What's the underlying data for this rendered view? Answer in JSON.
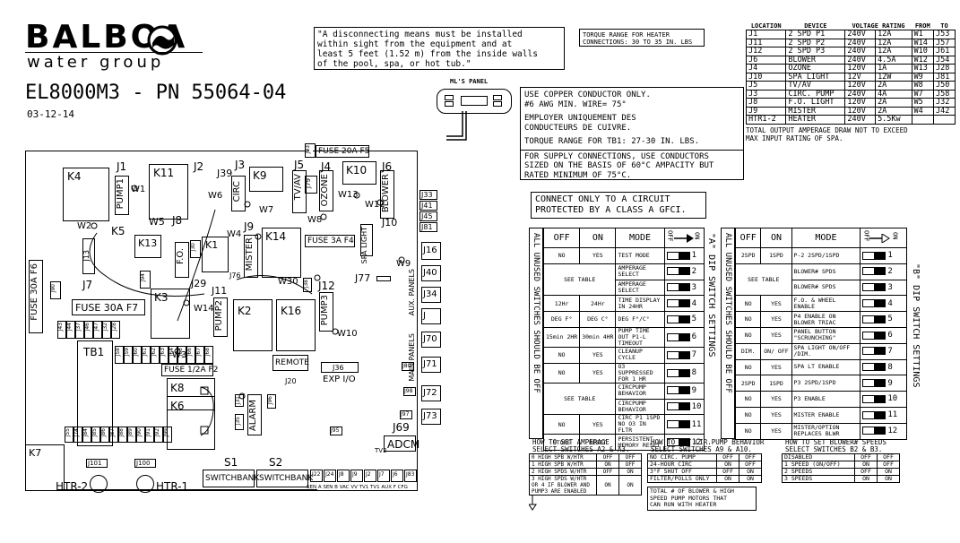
{
  "brand": {
    "name": "BALBOA",
    "tagline": "water group"
  },
  "model": {
    "title": "EL8000M3 - PN 55064-04",
    "date": "03-12-14"
  },
  "notes": {
    "disconnect": [
      "\"A disconnecting means must be installed",
      "within sight from the equipment and at",
      "least 5 feet (1.52 m) from the inside walls",
      "of the pool, spa, or hot tub.\""
    ],
    "torque_heater": [
      "TORQUE RANGE FOR HEATER",
      "CONNECTIONS: 30 TO 35 IN. LBS"
    ],
    "copper": [
      "USE COPPER CONDUCTOR ONLY.",
      "#6 AWG MIN. WIRE= 75°",
      "",
      "EMPLOYER UNIQUEMENT DES",
      "CONDUCTEURS DE CUIVRE.",
      "",
      "TORQUE RANGE FOR TB1: 27-30 IN. LBS."
    ],
    "supply": [
      "FOR SUPPLY CONNECTIONS, USE CONDUCTORS",
      "SIZED ON THE BASIS OF 60°C AMPACITY BUT",
      "RATED MINIMUM OF 75°C."
    ],
    "gfci": [
      "CONNECT ONLY TO A CIRCUIT",
      "PROTECTED BY A CLASS A GFCI."
    ],
    "total_output": [
      "TOTAL OUTPUT AMPERAGE DRAW NOT TO EXCEED",
      "MAX INPUT RATING OF SPA."
    ]
  },
  "ml_panel": "ML'S PANEL",
  "location_table": {
    "headers": [
      "LOCATION",
      "DEVICE",
      "VOLTAGE RATING",
      "",
      "FROM",
      "TO"
    ],
    "rows": [
      [
        "J1",
        "2 SPD P1",
        "240V",
        "12A",
        "W1",
        "J53"
      ],
      [
        "J11",
        "2 SPD P2",
        "240V",
        "12A",
        "W14",
        "J57"
      ],
      [
        "J12",
        "2 SPD P3",
        "240V",
        "12A",
        "W10",
        "J61"
      ],
      [
        "J6",
        "BLOWER",
        "240V",
        "4.5A",
        "W12",
        "J54"
      ],
      [
        "J4",
        "OZONE",
        "120V",
        "1A",
        "W13",
        "J28"
      ],
      [
        "J10",
        "SPA LIGHT",
        "12V",
        "12W",
        "W9",
        "J81"
      ],
      [
        "J5",
        "TV/AV",
        "120V",
        "2A",
        "W8",
        "J50"
      ],
      [
        "J3",
        "CIRC. PUMP",
        "240V",
        "4A",
        "W7",
        "J58"
      ],
      [
        "J8",
        "F.O. LIGHT",
        "120V",
        "2A",
        "W5",
        "J32"
      ],
      [
        "J9",
        "MISTER",
        "120V",
        "2A",
        "W4",
        "J42"
      ],
      [
        "HTR1-2",
        "HEATER",
        "240V",
        "5.5Kw",
        "",
        ""
      ]
    ]
  },
  "dip_a": {
    "side_label": "ALL UNUSED SWITCHES SHOULD BE OFF",
    "title": "\"A\" DIP SWITCH SETTINGS",
    "headers": [
      "OFF",
      "ON",
      "MODE"
    ],
    "off_label": "OFF",
    "on_label": "ON",
    "rows": [
      [
        "NO",
        "YES",
        "TEST MODE",
        "1"
      ],
      [
        "SEE TABLE",
        "",
        "AMPERAGE SELECT",
        "2"
      ],
      [
        "",
        "",
        "AMPERAGE SELECT",
        "3"
      ],
      [
        "12Hr",
        "24Hr",
        "TIME DISPLAY IN 24HR",
        "4"
      ],
      [
        "DEG F°",
        "DEG C°",
        "DEG F°/C°",
        "5"
      ],
      [
        "15min 2HR",
        "30min 4HR",
        "PUMP TIME OUT P1-L TIMEOUT",
        "6"
      ],
      [
        "NO",
        "YES",
        "CLEANUP CYCLE",
        "7"
      ],
      [
        "NO",
        "YES",
        "O3 SUPPRESSED FOR 1 HR",
        "8"
      ],
      [
        "SEE TABLE",
        "",
        "CIRCPUMP BEHAVIOR",
        "9"
      ],
      [
        "",
        "",
        "CIRCPUMP BEHAVIOR",
        "10"
      ],
      [
        "NO",
        "YES",
        "CIRC P1 1SPD NO O3 IN FLTR",
        "11"
      ],
      [
        "STORE",
        "RESET",
        "PERSISTENT MEMORY RESET",
        "12"
      ]
    ]
  },
  "dip_b": {
    "side_label": "ALL UNUSED SWITCHES SHOULD BE OFF",
    "title": "\"B\" DIP SWITCH SETTINGS",
    "headers": [
      "OFF",
      "ON",
      "MODE"
    ],
    "off_label": "OFF",
    "on_label": "ON",
    "rows": [
      [
        "2SPD",
        "1SPD",
        "P-2 2SPD/1SPD",
        "1"
      ],
      [
        "SEE TABLE",
        "",
        "BLOWER# SPDS",
        "2"
      ],
      [
        "",
        "",
        "BLOWER# SPDS",
        "3"
      ],
      [
        "NO",
        "YES",
        "F.O. & WHEEL ENABLE",
        "4"
      ],
      [
        "NO",
        "YES",
        "P4 ENABLE ON BLOWER TRIAC",
        "5"
      ],
      [
        "NO",
        "YES",
        "PANEL BUTTON \"SCRUNCHING\"",
        "6"
      ],
      [
        "DIM.",
        "ON/ OFF",
        "SPA LIGHT ON/OFF /DIM.",
        "7"
      ],
      [
        "NO",
        "YES",
        "SPA LT ENABLE",
        "8"
      ],
      [
        "2SPD",
        "1SPD",
        "P3 2SPD/1SPD",
        "9"
      ],
      [
        "NO",
        "YES",
        "P3 ENABLE",
        "10"
      ],
      [
        "NO",
        "YES",
        "MISTER ENABLE",
        "11"
      ],
      [
        "NO",
        "YES",
        "MISTER/OPTION REPLACES BLWR",
        "12"
      ]
    ]
  },
  "amp_table": {
    "title": [
      "HOW TO SET AMPERAGE",
      "SELECT SWITCHES A2 & A3."
    ],
    "rows": [
      [
        "0 HIGH SPB W/HTR",
        "OFF",
        "OFF"
      ],
      [
        "1 HIGH SPB W/HTR",
        "ON",
        "OFF"
      ],
      [
        "2 HIGH SPDS W/HTR",
        "OFF",
        "ON"
      ],
      [
        "3 HIGH SPDS W/HTR OR 4 IF BLOWER AND PUMP3 ARE ENABLED",
        "ON",
        "ON"
      ]
    ]
  },
  "circ_table": {
    "title": [
      "HOW TO SET CIR.PUMP BEHAVIOR",
      "SELECT SWITCHES A9 & A10."
    ],
    "rows": [
      [
        "NO CIRC. PUMP",
        "OFF",
        "OFF"
      ],
      [
        "24-HOUR CIRC",
        "ON",
        "OFF"
      ],
      [
        "3°F SHUT OFF",
        "OFF",
        "ON"
      ],
      [
        "FILTER/POLLS ONLY",
        "ON",
        "ON"
      ]
    ],
    "note": [
      "TOTAL # OF BLOWER & HIGH",
      "SPEED PUMP MOTORS THAT",
      "CAN RUN WITH HEATER"
    ]
  },
  "blower_table": {
    "title": [
      "HOW TO SET BLOWER# SPEEDS",
      "SELECT SWITCHES B2 & B3."
    ],
    "rows": [
      [
        "DISABLED",
        "OFF",
        "OFF"
      ],
      [
        "1 SPEED (ON/OFF)",
        "ON",
        "OFF"
      ],
      [
        "2 SPEEDS",
        "OFF",
        "ON"
      ],
      [
        "3 SPEEDS",
        "ON",
        "ON"
      ]
    ]
  },
  "board": {
    "relays": [
      "K4",
      "K11",
      "K9",
      "K10",
      "K13",
      "K1",
      "K14",
      "K3",
      "K2",
      "K16",
      "K8",
      "K6",
      "K7",
      "K5"
    ],
    "fuses": [
      "FUSE 20A F5",
      "FUSE 3A F4",
      "FUSE 30A F6",
      "FUSE 30A F7",
      "FUSE 1/2A F2"
    ],
    "side_labels": {
      "aux": "AUX. PANELS",
      "main": "MAIN PANELS"
    },
    "labels": {
      "j1": "J1",
      "pump1": "PUMP1",
      "w1": "W1",
      "j2": "J2",
      "j39": "J39",
      "w6": "W6",
      "j3": "J3",
      "circ": "CIRC",
      "w7": "W7",
      "j5": "J5",
      "tvav": "TV/AV",
      "j4": "J4",
      "ozone": "OZONE",
      "j79": "J79",
      "w8": "W8",
      "w13": "W13",
      "w12": "W12",
      "j6": "J6",
      "blower": "BLOWER",
      "j93": "J93",
      "w2": "W2",
      "w5": "W5",
      "j8": "J8",
      "fo": "F.O.",
      "j30": "J30",
      "j10": "J10",
      "spalight": "SPA LIGHT",
      "j9": "J9",
      "w4": "W4",
      "mister": "MISTER",
      "j13": "J13",
      "j7": "J7",
      "j90": "J90",
      "j94": "J94",
      "j29": "J29",
      "j76": "J76",
      "w30": "W30",
      "j77": "J77",
      "w9": "W9",
      "j11": "J11",
      "j12": "J12",
      "pump2": "PUMP2",
      "pump3": "PUMP3",
      "w14": "W14",
      "w10": "W10",
      "tb1": "TB1",
      "w3": "W3",
      "remote": "REMOTE",
      "j36": "J36",
      "expio": "EXP I/O",
      "j20": "J20",
      "alarm": "ALARM",
      "j69": "J69",
      "adcm": "ADCM",
      "tv2": "TV2",
      "s1": "S1",
      "s2": "S2",
      "switchbank1": "SWITCHBANK",
      "switchbank2": "SWITCHBANK",
      "j101": "J101",
      "j100": "J100",
      "htr2": "HTR-2",
      "htr1": "HTR-1",
      "j35": "J35",
      "j31": "J31",
      "j96": "J96",
      "j33": "J33",
      "j41": "J41",
      "j45": "J45",
      "j81": "J81",
      "j16": "J16",
      "j40": "J40",
      "j34": "J34",
      "jc": "J",
      "j70": "J70",
      "j71": "J71",
      "j72": "J72",
      "j73": "J73",
      "j97": "J97",
      "j38": "J38",
      "j98": "J98",
      "j80": "J80",
      "j95": "J95"
    },
    "lower_row_labels": [
      "J22",
      "J24",
      "J8",
      "J9",
      "J2",
      "J7",
      "J6",
      "J83"
    ],
    "lower_row_sub": [
      "SEN A  SEN B",
      "VAC",
      "VV",
      "TV1",
      "TV1",
      "AUX F",
      "CFG"
    ],
    "pin_left_row1": [
      "J43",
      "J44",
      "J37",
      "J46",
      "J47",
      "J32",
      "J28"
    ],
    "pin_left_row2": [
      "J48",
      "J49",
      "J50",
      "J51",
      "J52",
      "J53",
      "J54",
      "J55",
      "J56"
    ],
    "pin_bottom_row": [
      "J55",
      "J74",
      "J84",
      "J85",
      "J86",
      "J87",
      "J88",
      "J89",
      "J90",
      "J91",
      "J92",
      "J99"
    ],
    "pin_grid_block": [
      "J58",
      "J59",
      "J60",
      "J61",
      "J62",
      "J63",
      "J64",
      "J65",
      "J66",
      "J67",
      "J68"
    ]
  }
}
